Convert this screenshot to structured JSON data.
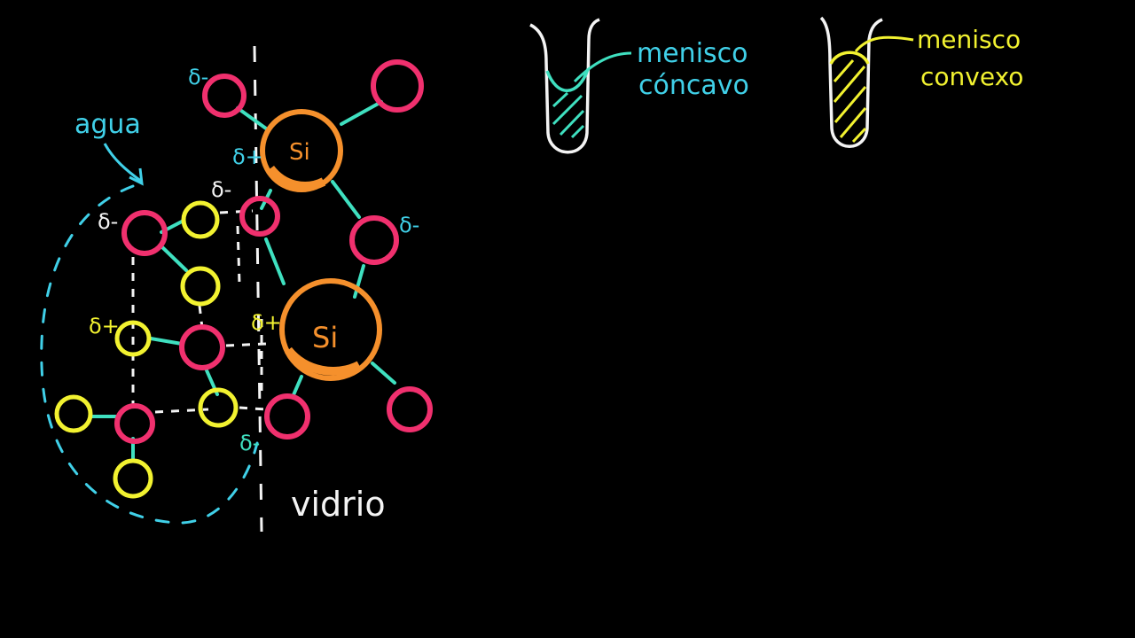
{
  "colors": {
    "background": "#000000",
    "oxygen": "#f0306e",
    "hydrogen": "#f2f230",
    "silicon": "#f5902c",
    "bond": "#3fe0c0",
    "water": "#40d0e8",
    "glass_line": "#f4f4f4",
    "convex": "#f2f230"
  },
  "labels": {
    "water": "agua",
    "glass": "vidrio",
    "silicon": "Si",
    "delta_minus": "δ-",
    "delta_plus": "δ+"
  },
  "tubes": {
    "concave": {
      "line1": "menisco",
      "line2": "cóncavo"
    },
    "convex": {
      "line1": "menisco",
      "line2": "convexo"
    }
  }
}
